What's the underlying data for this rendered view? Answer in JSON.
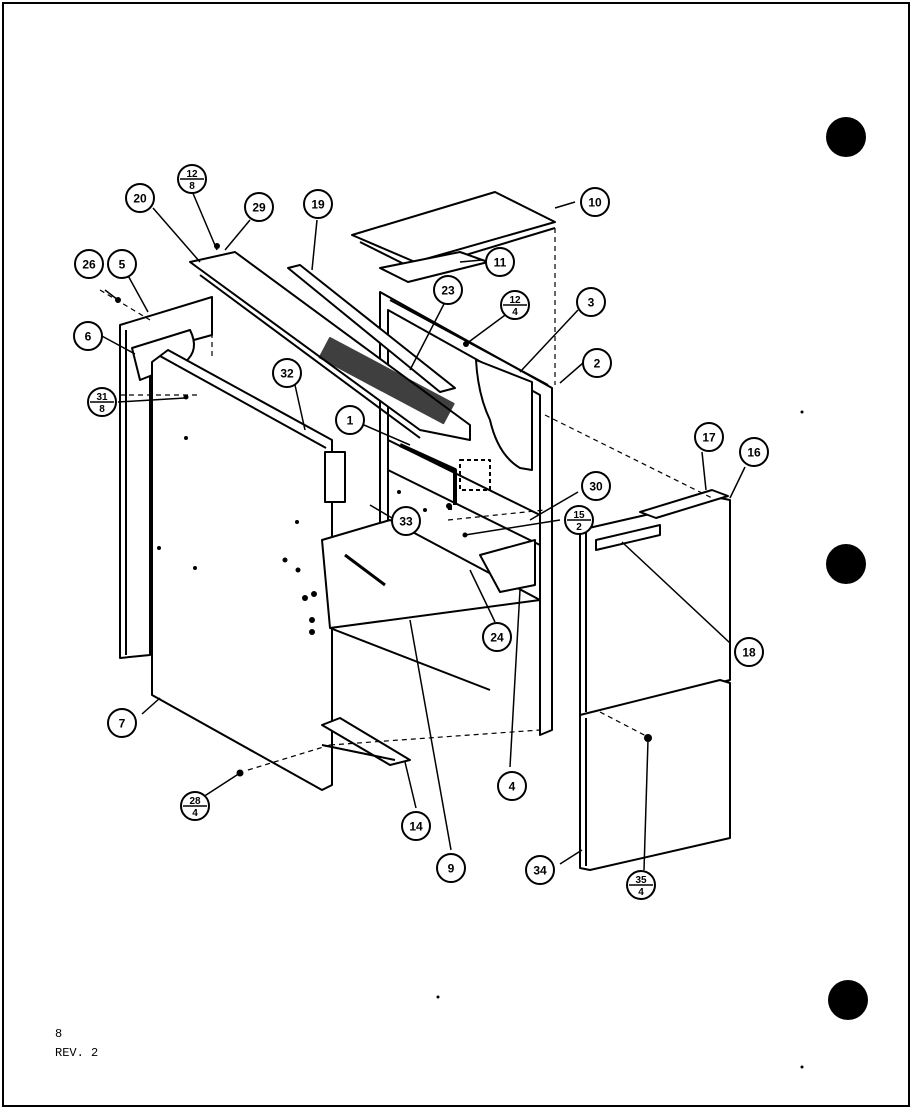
{
  "footer": {
    "page_number": "8",
    "revision": "REV. 2"
  },
  "callouts": {
    "c1": "1",
    "c2": "2",
    "c3": "3",
    "c4": "4",
    "c5": "5",
    "c6": "6",
    "c7": "7",
    "c9": "9",
    "c10": "10",
    "c11": "11",
    "c14": "14",
    "c16": "16",
    "c17": "17",
    "c18": "18",
    "c19": "19",
    "c20": "20",
    "c23": "23",
    "c24": "24",
    "c26": "26",
    "c29": "29",
    "c30": "30",
    "c32": "32",
    "c33": "33",
    "c34": "34"
  },
  "fraction_callouts": {
    "f12_8": {
      "top": "12",
      "bottom": "8"
    },
    "f12_4": {
      "top": "12",
      "bottom": "4"
    },
    "f31_8": {
      "top": "31",
      "bottom": "8"
    },
    "f15_2": {
      "top": "15",
      "bottom": "2"
    },
    "f28_4": {
      "top": "28",
      "bottom": "4"
    },
    "f35_4": {
      "top": "35",
      "bottom": "4"
    }
  }
}
